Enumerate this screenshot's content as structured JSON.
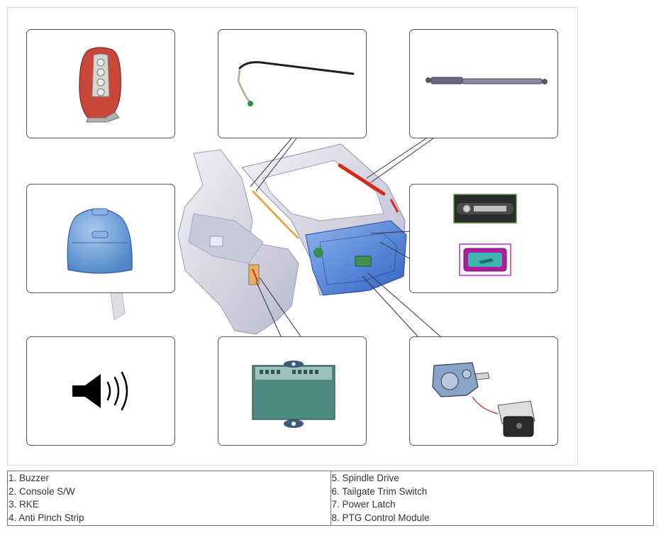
{
  "legend": {
    "left": [
      "1. Buzzer",
      "2. Console S/W",
      "3. RKE",
      "4. Anti Pinch Strip"
    ],
    "right": [
      "5. Spindle Drive",
      "6. Tailgate Trim Switch",
      "7. Power Latch",
      "8. PTG Control Module"
    ]
  },
  "callouts": [
    {
      "id": "rke",
      "icon": "smart-key-fob"
    },
    {
      "id": "anti-pinch-strip",
      "icon": "sensor-strip-cable"
    },
    {
      "id": "spindle-drive",
      "icon": "gas-strut"
    },
    {
      "id": "console-switch",
      "icon": "overhead-console"
    },
    {
      "id": "tailgate-trim-switch",
      "icon": "trim-switch"
    },
    {
      "id": "buzzer",
      "icon": "speaker-icon"
    },
    {
      "id": "ptg-control-module",
      "icon": "control-unit"
    },
    {
      "id": "power-latch",
      "icon": "latch-motor"
    }
  ],
  "colors": {
    "vehicle_body": "#d9d9e8",
    "tailgate_blue": "#4a7fd6",
    "strut_red": "#d9291c",
    "box_border": "#555555"
  }
}
